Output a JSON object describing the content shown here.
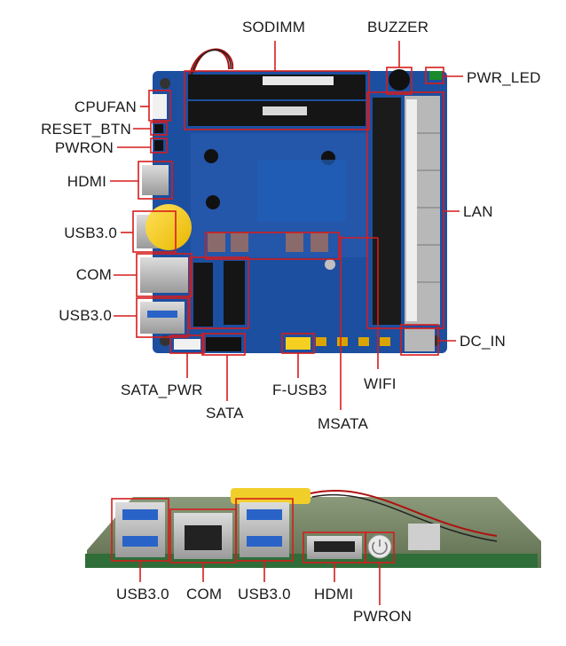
{
  "colors": {
    "pcb": "#1c4fa0",
    "pcb_dark": "#163f82",
    "annotation": "#d51d1d",
    "text": "#1a1a1a"
  },
  "top_view": {
    "labels": {
      "sodimm": "SODIMM",
      "buzzer": "BUZZER",
      "pwr_led": "PWR_LED",
      "cpufan": "CPUFAN",
      "reset_btn": "RESET_BTN",
      "pwron": "PWRON",
      "hdmi": "HDMI",
      "usb30_upper": "USB3.0",
      "com": "COM",
      "usb30_lower": "USB3.0",
      "lan": "LAN",
      "dc_in": "DC_IN",
      "sata_pwr": "SATA_PWR",
      "sata": "SATA",
      "f_usb3": "F-USB3",
      "wifi": "WIFI",
      "msata": "MSATA"
    }
  },
  "rear_view": {
    "labels": {
      "usb30_left": "USB3.0",
      "com": "COM",
      "usb30_right": "USB3.0",
      "hdmi": "HDMI",
      "pwron": "PWRON"
    }
  }
}
